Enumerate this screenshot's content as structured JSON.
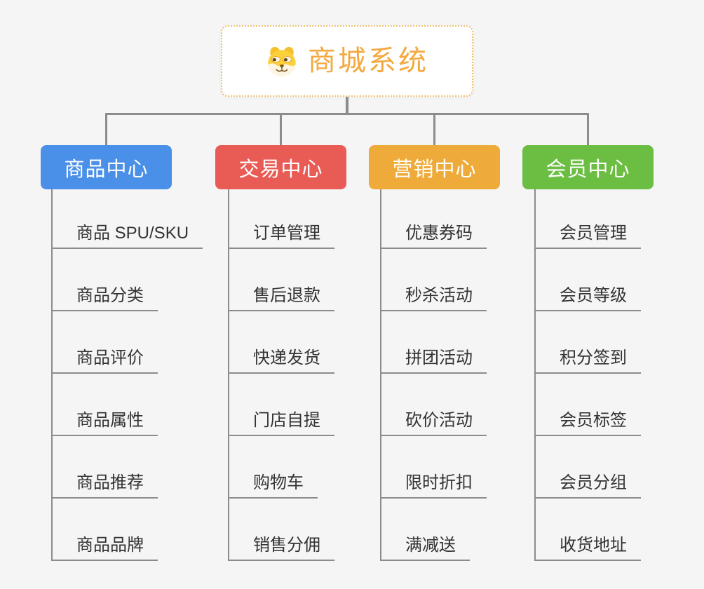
{
  "root": {
    "title": "商城系统",
    "icon": "doge-icon"
  },
  "colors": {
    "background": "#f5f5f5",
    "connector": "#8c8c8c",
    "item_text": "#333333",
    "root_title": "#f3a93f",
    "root_border": "#f0c070"
  },
  "branches": [
    {
      "name": "product-center",
      "label": "商品中心",
      "color": "#4a8fe8",
      "items": [
        "商品 SPU/SKU",
        "商品分类",
        "商品评价",
        "商品属性",
        "商品推荐",
        "商品品牌"
      ]
    },
    {
      "name": "trade-center",
      "label": "交易中心",
      "color": "#e95c56",
      "items": [
        "订单管理",
        "售后退款",
        "快递发货",
        "门店自提",
        "购物车",
        "销售分佣"
      ]
    },
    {
      "name": "marketing-center",
      "label": "营销中心",
      "color": "#efab3a",
      "items": [
        "优惠券码",
        "秒杀活动",
        "拼团活动",
        "砍价活动",
        "限时折扣",
        "满减送"
      ]
    },
    {
      "name": "member-center",
      "label": "会员中心",
      "color": "#6cbe43",
      "items": [
        "会员管理",
        "会员等级",
        "积分签到",
        "会员标签",
        "会员分组",
        "收货地址"
      ]
    }
  ]
}
